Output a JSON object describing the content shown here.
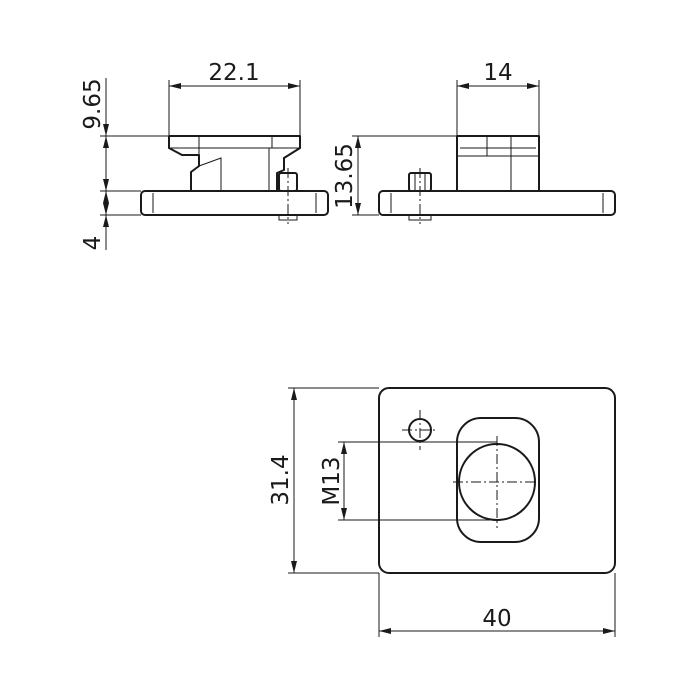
{
  "dimensions": {
    "top_left_width": "22.1",
    "top_left_height": "9.65",
    "top_left_plate": "4",
    "top_right_width": "14",
    "top_right_height": "13.65",
    "plan_height": "31.4",
    "plan_thread": "M13",
    "plan_width": "40"
  },
  "colors": {
    "line": "#1a1a1a",
    "background": "#ffffff"
  }
}
